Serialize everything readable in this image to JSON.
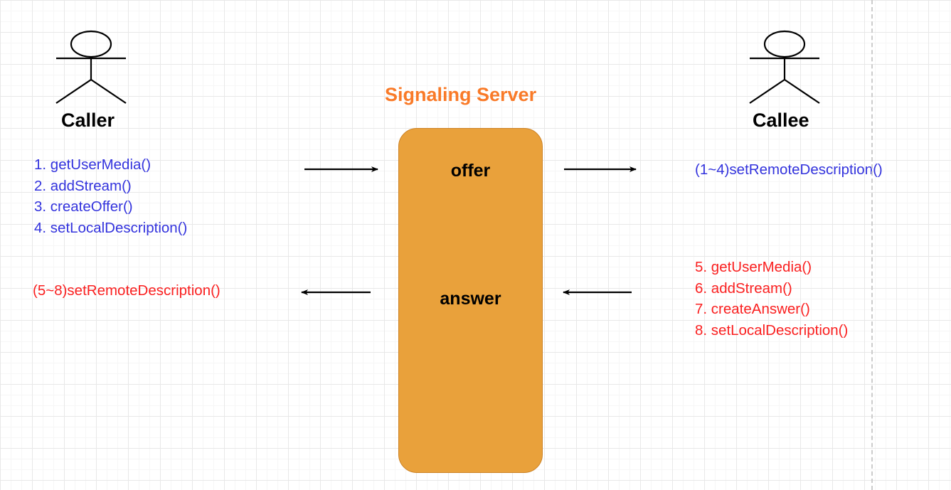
{
  "diagram": {
    "title": "Signaling Server",
    "type": "webrtc-signaling-flow",
    "background": "#ffffff",
    "grid": {
      "minor": "#f6f6f6",
      "major": "#e8e8e8",
      "minor_size": 15,
      "major_size": 45
    }
  },
  "colors": {
    "server_title": "#F97A28",
    "server_fill": "#E9A13B",
    "server_border": "#CD8326",
    "caller_text": "#3333DD",
    "callee_text": "#FA2020",
    "actor_stroke": "#000000",
    "arrow": "#000000",
    "divider": "#cccccc"
  },
  "actors": {
    "caller": {
      "label": "Caller",
      "icon": "stick-figure-icon"
    },
    "callee": {
      "label": "Callee",
      "icon": "stick-figure-icon"
    }
  },
  "server": {
    "title": "Signaling Server",
    "offer_label": "offer",
    "answer_label": "answer"
  },
  "caller_steps": [
    "1. getUserMedia()",
    "2. addStream()",
    "3. createOffer()",
    "4. setLocalDescription()"
  ],
  "caller_remote": "(5~8)setRemoteDescription()",
  "callee_remote": "(1~4)setRemoteDescription()",
  "callee_steps": [
    "5. getUserMedia()",
    "6. addStream()",
    "7. createAnswer()",
    "8. setLocalDescription()"
  ],
  "arrows": [
    {
      "name": "caller-to-server-offer",
      "direction": "right"
    },
    {
      "name": "server-to-callee-offer",
      "direction": "right"
    },
    {
      "name": "server-to-caller-answer",
      "direction": "left"
    },
    {
      "name": "callee-to-server-answer",
      "direction": "left"
    }
  ]
}
